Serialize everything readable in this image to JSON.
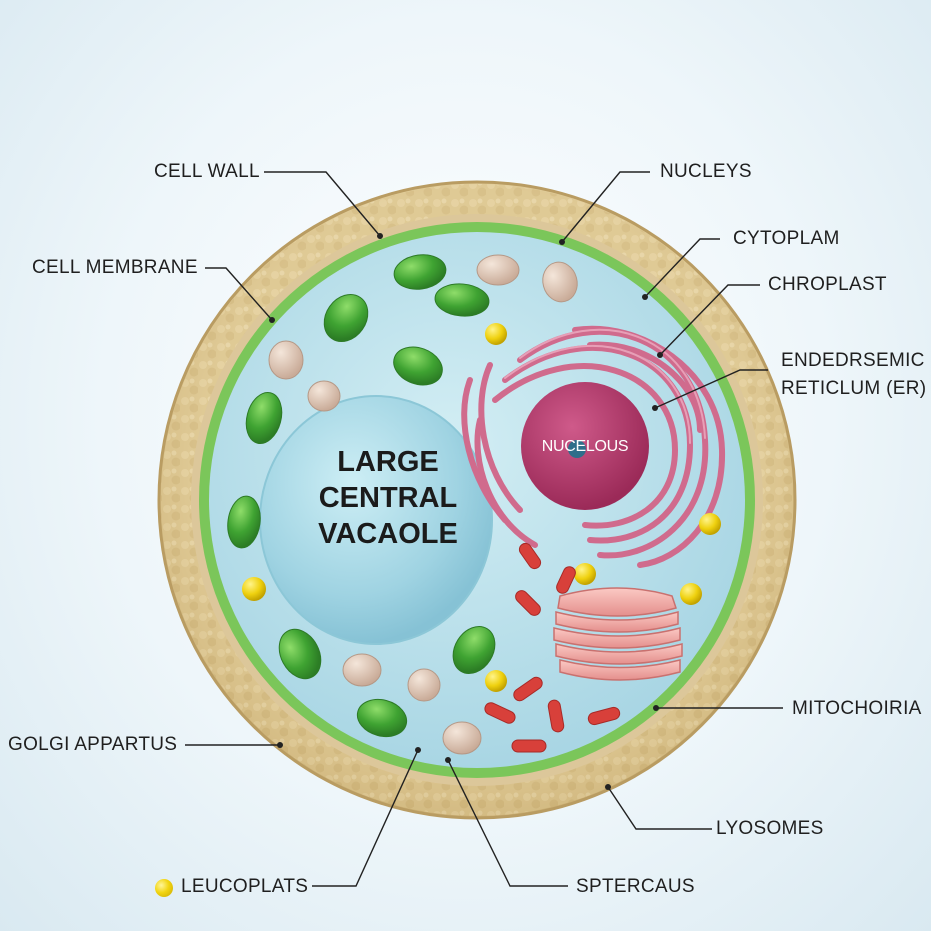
{
  "diagram": {
    "center_labels": {
      "vacuole": "LARGE\nCENTRAL\nVACAOLE",
      "nucleolus": "NUCELOUS"
    },
    "callouts": {
      "cell_wall": "CELL WALL",
      "cell_membrane": "CELL MEMBRANE",
      "golgi": "GOLGI APPARTUS",
      "leucoplasts": "LEUCOPLATS",
      "nucleus": "NUCLEYS",
      "cytoplasm": "CYTOPLAM",
      "chloroplast": "CHROPLAST",
      "er_line1": "ENDEDRSEMIC",
      "er_line2": "RETICLUM (ER)",
      "mitochondria": "MITOCHOIRIA",
      "lysosomes": "LYOSOMES",
      "spherosomes": "SPTERCAUS"
    },
    "colors": {
      "cell_wall": "#d9c38f",
      "membrane": "#7cc35a",
      "cytoplasm": "#bfe3ee",
      "vacuole": "#a9dbe6",
      "nucleus": "#b5386a",
      "er": "#d4718f",
      "chloroplast": "#4caf3b",
      "leucoplast": "#f0d313",
      "mitochondria": "#d8403a",
      "golgi": "#f1a8a4"
    }
  }
}
